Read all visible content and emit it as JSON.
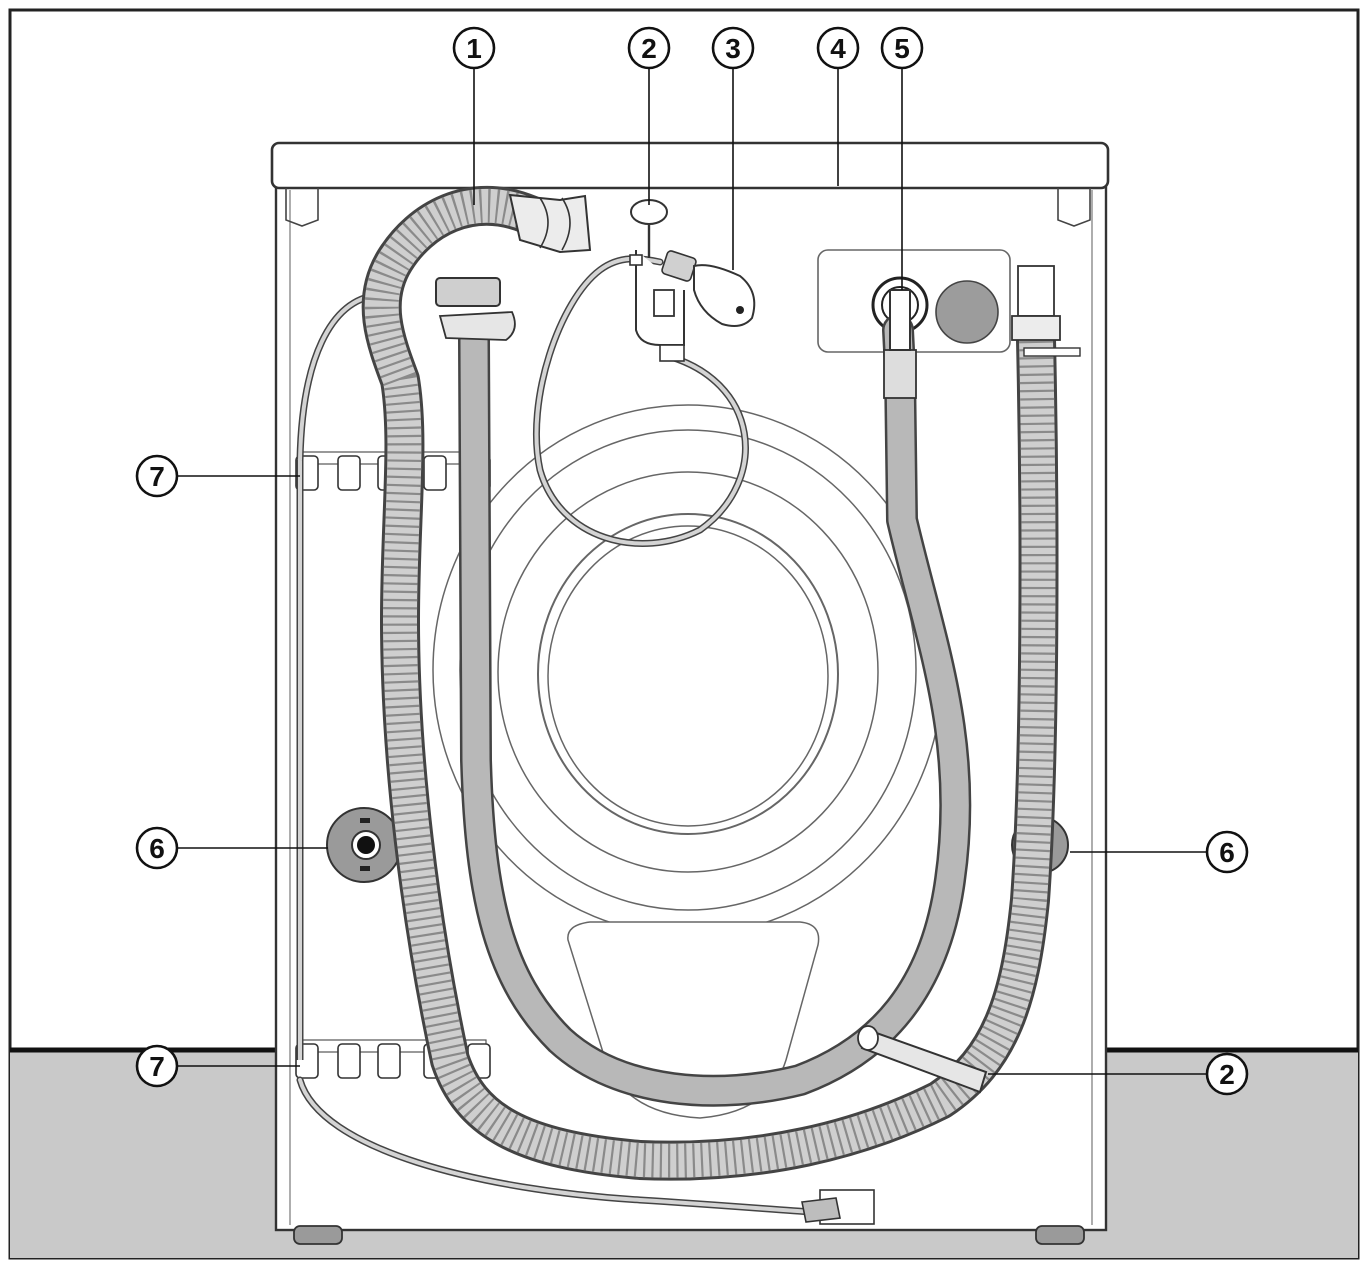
{
  "colors": {
    "floor": "#c9c9c9",
    "machine_body": "#ffffff",
    "outline": "#333333",
    "hose_fill": "#cfcfcf",
    "hose_dark": "#b5b5b5",
    "foot_gray": "#9a9a9a"
  },
  "callouts": [
    {
      "id": "c1-top",
      "label": "1"
    },
    {
      "id": "c2-top",
      "label": "2"
    },
    {
      "id": "c3-top",
      "label": "3"
    },
    {
      "id": "c4-top",
      "label": "4"
    },
    {
      "id": "c5-top",
      "label": "5"
    },
    {
      "id": "c7-upper",
      "label": "7"
    },
    {
      "id": "c6-left",
      "label": "6"
    },
    {
      "id": "c6-right",
      "label": "6"
    },
    {
      "id": "c7-lower",
      "label": "7"
    },
    {
      "id": "c2-right",
      "label": "2"
    }
  ]
}
